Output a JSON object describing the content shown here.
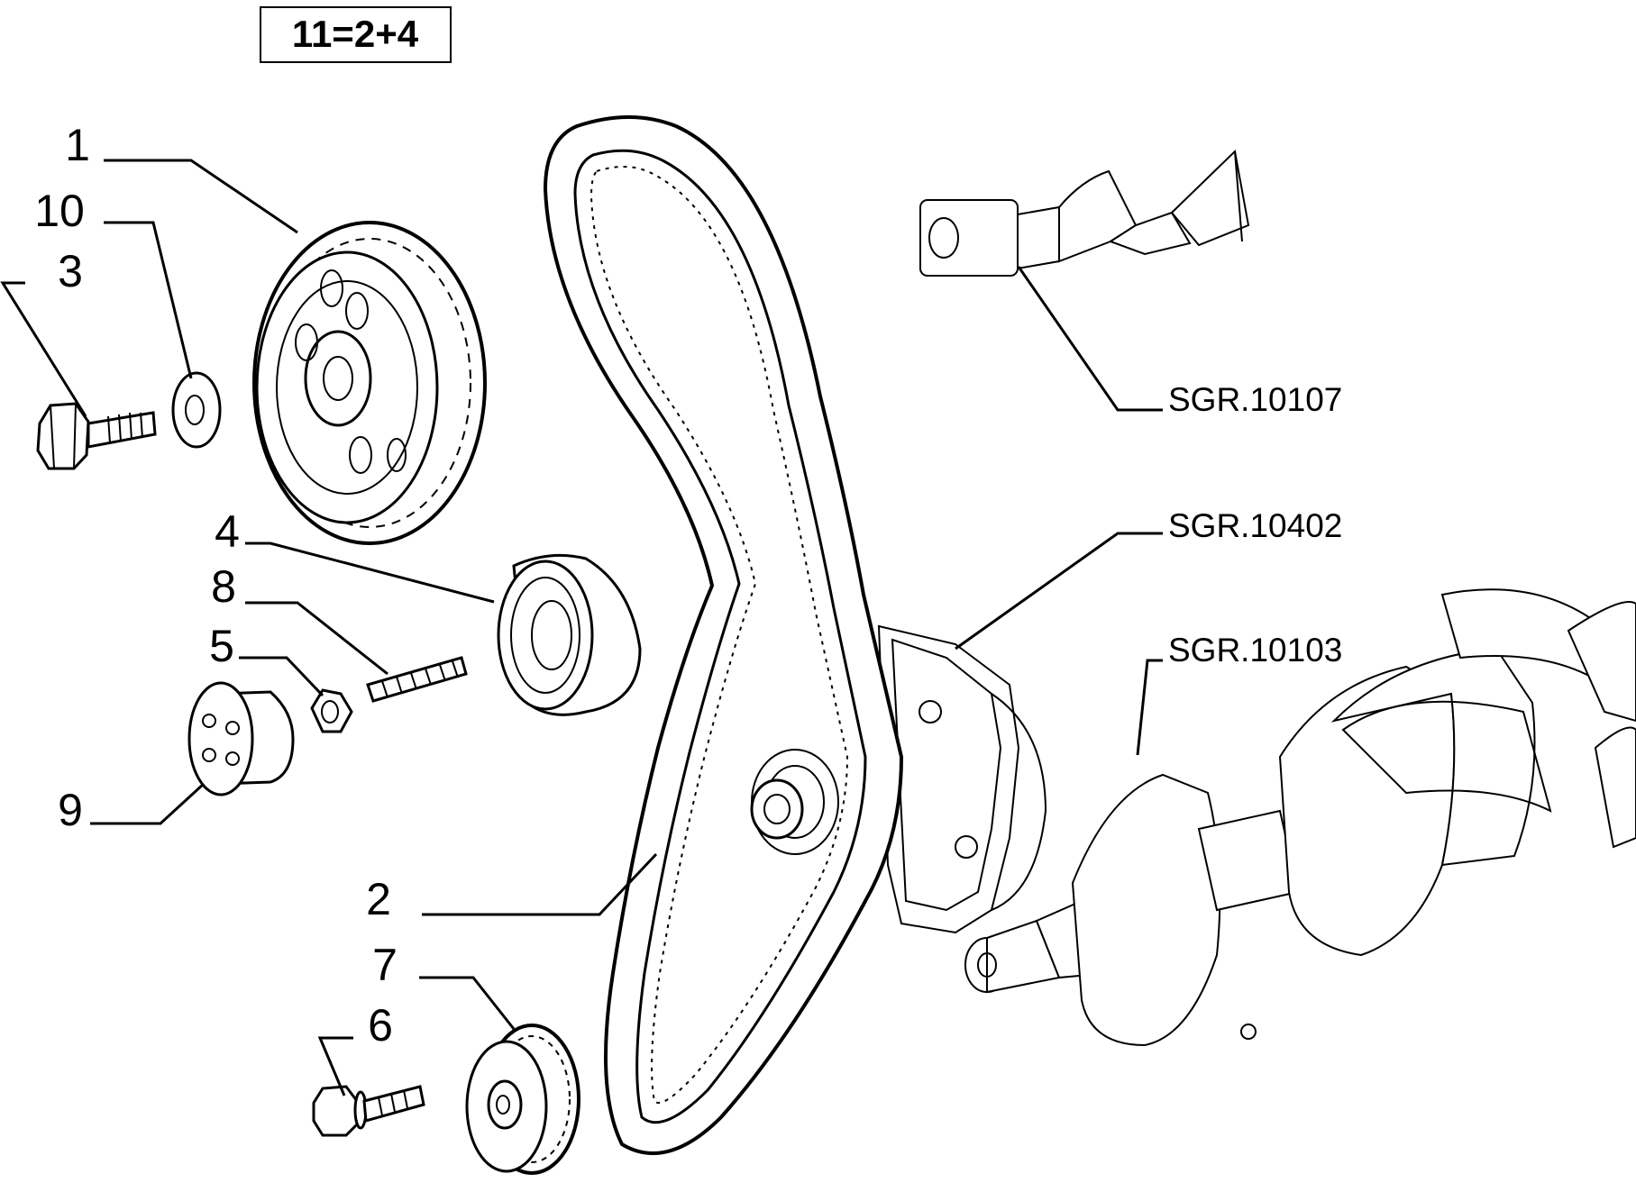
{
  "kit_formula": "11=2+4",
  "parts": [
    {
      "number": "1",
      "part": "camshaft-pulley"
    },
    {
      "number": "10",
      "part": "washer"
    },
    {
      "number": "3",
      "part": "pulley-bolt"
    },
    {
      "number": "4",
      "part": "tensioner-roller"
    },
    {
      "number": "8",
      "part": "stud"
    },
    {
      "number": "5",
      "part": "nut"
    },
    {
      "number": "9",
      "part": "bushing"
    },
    {
      "number": "2",
      "part": "timing-belt"
    },
    {
      "number": "7",
      "part": "crankshaft-pulley"
    },
    {
      "number": "6",
      "part": "crank-bolt"
    }
  ],
  "references": [
    {
      "code": "SGR.10107",
      "target": "camshaft"
    },
    {
      "code": "SGR.10402",
      "target": "oil-pump-cover"
    },
    {
      "code": "SGR.10103",
      "target": "crankshaft"
    }
  ]
}
